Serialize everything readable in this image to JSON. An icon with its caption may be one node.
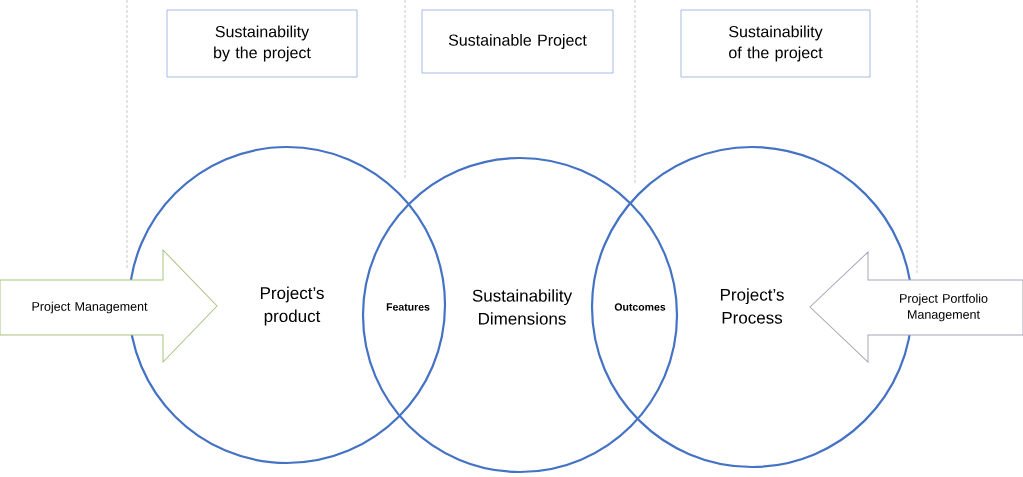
{
  "diagram": {
    "nodes": [
      {
        "text": [
          "Sustainability by the project"
        ]
      },
      {
        "text": [
          "Sustainable Project"
        ]
      },
      {
        "text": [
          "Sustainability of the project"
        ]
      },
      {
        "text": [
          "Project Management"
        ]
      },
      {
        "text": [
          "Project’s product"
        ]
      },
      {
        "text": [
          "Sustainability Dimensions"
        ]
      },
      {
        "text": [
          "Project’s Process"
        ]
      },
      {
        "text": [
          "Project Portfolio Management"
        ]
      }
    ],
    "labels": [
      "Features",
      "Outcomes"
    ]
  }
}
